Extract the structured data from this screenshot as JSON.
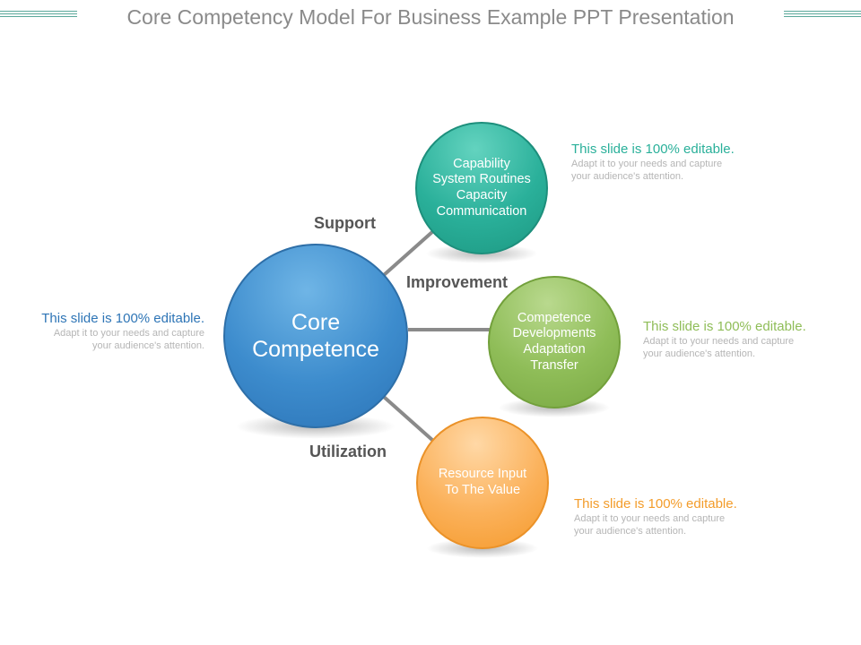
{
  "title": "Core Competency Model For Business Example PPT Presentation",
  "colors": {
    "core": "#3d8ccd",
    "teal": "#2ab09a",
    "green": "#8fbd58",
    "orange": "#f9a23e",
    "connector": "#8a8a8a",
    "title": "#8a8a8a"
  },
  "core": {
    "line1": "Core",
    "line2": "Competence"
  },
  "connectors": {
    "support": "Support",
    "improvement": "Improvement",
    "utilization": "Utilization"
  },
  "nodes": {
    "teal": {
      "lines": [
        "Capability",
        "System Routines",
        "Capacity",
        "Communication"
      ]
    },
    "green": {
      "lines": [
        "Competence",
        "Developments",
        "Adaptation",
        "Transfer"
      ]
    },
    "orange": {
      "lines": [
        "Resource Input",
        "To The Value"
      ]
    }
  },
  "notes": {
    "left": {
      "head": "This slide is 100% editable.",
      "body_line1": "Adapt it to your needs and capture",
      "body_line2": "your audience's attention.",
      "color": "#2e75b6"
    },
    "teal": {
      "head": "This slide is 100% editable.",
      "body_line1": "Adapt it to your needs and capture",
      "body_line2": "your audience's attention.",
      "color": "#2ab09a"
    },
    "green": {
      "head": "This slide is 100% editable.",
      "body_line1": "Adapt it to your needs and capture",
      "body_line2": "your audience's attention.",
      "color": "#8fbd58"
    },
    "orange": {
      "head": "This slide is 100% editable.",
      "body_line1": "Adapt it to your needs and capture",
      "body_line2": "your audience's attention.",
      "color": "#f39c2a"
    }
  }
}
